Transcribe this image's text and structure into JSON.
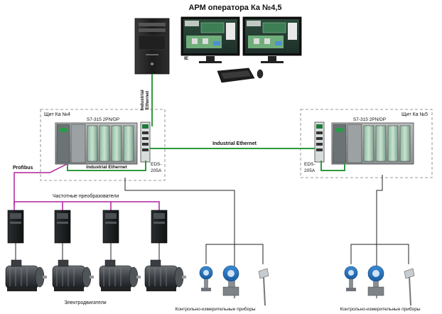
{
  "title": "АРМ оператора Ка №4,5",
  "workstation": {
    "ie_label": "IE",
    "uplink_label_1": "Industrial",
    "uplink_label_2": "Ethernet"
  },
  "cabinet_left": {
    "title": "Щит Ка №4",
    "plc_label": "S7-315 2PN/DP",
    "switch_label_1": "EDS-",
    "switch_label_2": "205A",
    "link_label": "Industrial Ethernet"
  },
  "cabinet_right": {
    "title": "Щит Ка №5",
    "plc_label": "S7-315 2PN/DP",
    "switch_label_1": "EDS-",
    "switch_label_2": "205A"
  },
  "backbone_label": "Industrial Ethernet",
  "profibus_label": "Profibus",
  "drives_label": "Частотные преобразователи",
  "motors_label": "Электродвигатели",
  "instruments_left_label": "Контрольно-измерительные приборы",
  "instruments_right_label": "Контрольно-измерительные приборы",
  "colors": {
    "ethernet": "#2e9a3e",
    "profibus": "#b0209b",
    "wiring": "#222222",
    "cabinet_border": "#777777"
  }
}
